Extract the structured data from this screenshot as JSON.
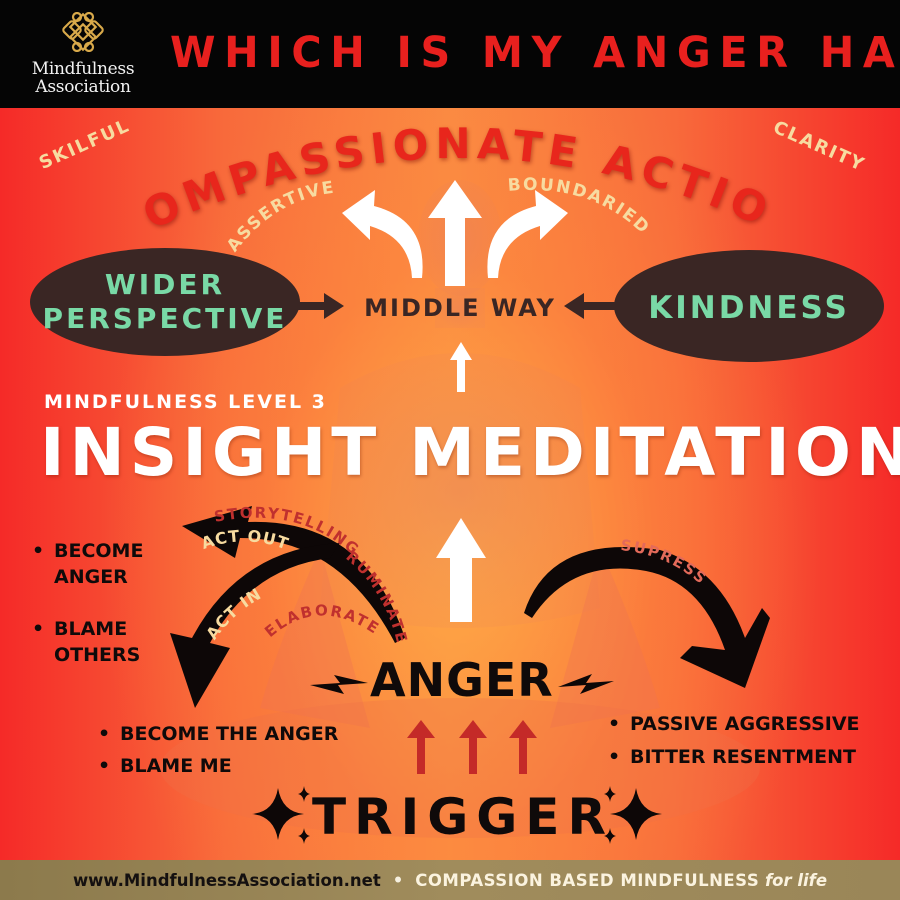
{
  "header": {
    "logo": {
      "icon": "endless-knot-icon",
      "line1": "Mindfulness",
      "line2": "Association",
      "color": "#d8a94a"
    },
    "title": "WHICH IS MY ANGER HABIT?",
    "title_color": "#e8201e"
  },
  "top": {
    "skilful": "SKILFUL",
    "clarity": "CLARITY",
    "compassionate_action": "COMPASSIONATE ACTION",
    "assertive": "ASSERTIVE",
    "boundaried": "BOUNDARIED"
  },
  "middle": {
    "left_bubble": {
      "line1": "WIDER",
      "line2": "PERSPECTIVE"
    },
    "right_bubble": {
      "label": "KINDNESS"
    },
    "middle_way": "MIDDLE WAY"
  },
  "level": {
    "subtitle": "MINDFULNESS LEVEL 3",
    "title": "INSIGHT MEDITATION"
  },
  "left_habit": {
    "arrow_outer_label": "ACT OUT",
    "arrow_inner_label": "ACT IN",
    "storytelling": "STORYTELLING",
    "ruminate": "RUMINATE",
    "elaborate": "ELABORATE",
    "act_out_bullets": [
      "BECOME ANGER",
      "BLAME OTHERS"
    ],
    "act_in_bullets": [
      "BECOME THE ANGER",
      "BLAME ME"
    ]
  },
  "right_habit": {
    "arrow_label": "SUPRESS",
    "bullets": [
      "PASSIVE AGGRESSIVE",
      "BITTER RESENTMENT"
    ]
  },
  "center": {
    "anger": "ANGER",
    "trigger": "TRIGGER"
  },
  "footer": {
    "url": "www.MindfulnessAssociation.net",
    "separator": "•",
    "tagline": "COMPASSION BASED MINDFULNESS",
    "tagline_italic": "for life"
  },
  "colors": {
    "bubble": "#3a2624",
    "bubble_text": "#79d9a6",
    "cream_text": "#f7dba0",
    "red_arrow": "#c42a28"
  }
}
